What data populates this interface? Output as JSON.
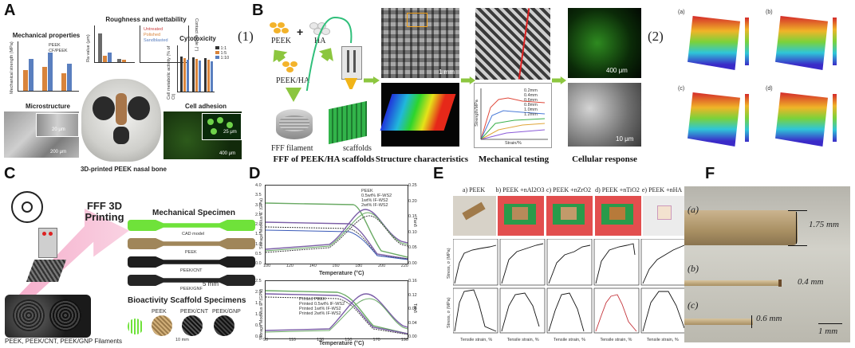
{
  "panels": {
    "A": {
      "label": "A",
      "mech_title": "Mechanical properties",
      "mech_legend": [
        "PEEK",
        "CF/PEEK"
      ],
      "mech_ylabel": "Mechanical strength (MPa)",
      "rough_title": "Roughness and wettability",
      "rough_legend": [
        "Untreated",
        "Polished",
        "Sandblasted"
      ],
      "rough_ylabel": "Ra value (μm)",
      "rough_ylabel2": "Contact angle (°)",
      "cyto_title": "Cytotoxicity",
      "cyto_legend": [
        "1:1",
        "1:5",
        "1:10"
      ],
      "cyto_ylabel": "Cell metabolic activity (% of Ct)",
      "micro_title": "Microstructure",
      "micro_scale1": "20 μm",
      "micro_scale2": "200 μm",
      "nasal_caption": "3D-printed PEEK nasal bone",
      "adhesion_title": "Cell adhesion",
      "adhesion_scale1": "25 μm",
      "adhesion_scale2": "400 μm"
    },
    "B": {
      "label": "B",
      "sub1": "(1)",
      "sub2": "(2)",
      "peek": "PEEK",
      "ha": "HA",
      "peek_ha": "PEEK/HA",
      "fff_filament": "FFF filament",
      "scaffolds": "scaffolds",
      "cap_fff": "FFF of PEEK/HA scaffolds",
      "cap_structure": "Structure characteristics",
      "cap_mech": "Mechanical testing",
      "cap_cell": "Cellular response",
      "scale_1mm": "1 mm",
      "scale_400": "400 μm",
      "scale_10": "10 μm",
      "mech_legend": [
        "0.2mm",
        "0.4mm",
        "0.6mm",
        "0.8mm",
        "1.0mm",
        "1.2mm"
      ],
      "mech_ylabel": "Strength/MPa",
      "mech_xlabel": "Strain/%",
      "surface_labels": [
        "(a)",
        "(b)",
        "(c)",
        "(d)"
      ]
    },
    "C": {
      "label": "C",
      "fff_print": "FFF 3D Printing",
      "mech_title": "Mechanical Specimen",
      "specimens": [
        "CAD model",
        "PEEK",
        "PEEK/CNT",
        "PEEK/GNF"
      ],
      "scale_5mm": "5 mm",
      "bio_title": "Bioactivity Scaffold Specimens",
      "bio_labels": [
        "PEEK",
        "PEEK/CNT",
        "PEEK/GNP"
      ],
      "scale_10mm": "10 mm",
      "filaments": "PEEK, PEEK/CNT, PEEK/GNP Filaments"
    },
    "D": {
      "label": "D",
      "top_ylabel": "Storage Modulus E' (GPa)",
      "top_ylabel2": "Tanδ",
      "top_legend": [
        "PEEK",
        "0.5wt% IF-WS2",
        "1wt% IF-WS2",
        "2wt% IF-WS2"
      ],
      "xlabel": "Temperature (°C)",
      "bot_legend": [
        "Printed PEEK",
        "Printed 0.5wt% IF-WS2",
        "Printed 1wt% IF-WS2",
        "Printed 2wt% IF-WS2"
      ],
      "top_xticks": [
        "100",
        "120",
        "140",
        "160",
        "180",
        "200",
        "220"
      ],
      "top_yticks": [
        "4.0",
        "3.5",
        "3.0",
        "2.5",
        "2.0",
        "1.5",
        "1.0",
        "0.5",
        "0.0"
      ],
      "top_y2ticks": [
        "0.25",
        "0.20",
        "0.15",
        "0.10",
        "0.05",
        "0.00"
      ],
      "bot_xticks": [
        "90",
        "110",
        "130",
        "150",
        "170",
        "190"
      ],
      "bot_yticks": [
        "2.5",
        "2.0",
        "1.5",
        "1.0",
        "0.5",
        "0.0"
      ],
      "bot_y2ticks": [
        "0.16",
        "0.12",
        "0.08",
        "0.04",
        "0.00"
      ]
    },
    "E": {
      "label": "E",
      "photo_labels": [
        "a) PEEK",
        "b) PEEK +nAl2O3",
        "c) PEEK +nZrO2",
        "d) PEEK +nTiO2",
        "e) PEEK +nHA"
      ],
      "ylabel_top": "Stress, σ (MPa)",
      "ylabel_bot": "Stress, σ (MPa)",
      "xlabel": "Tensile strain, %"
    },
    "F": {
      "label": "F",
      "sub_a": "(a)",
      "sub_b": "(b)",
      "sub_c": "(c)",
      "dim_a": "1.75 mm",
      "dim_b": "0.4 mm",
      "dim_c": "0.6 mm",
      "scale": "1 mm"
    }
  },
  "colors": {
    "peek_green": "#7ac943",
    "arrow_green": "#8cc63f",
    "pink_arrow": "#f4a6c6",
    "filament_beige": "#cbb48f",
    "dma_purple": "#7b5ea7",
    "dma_green": "#6aaa64"
  }
}
